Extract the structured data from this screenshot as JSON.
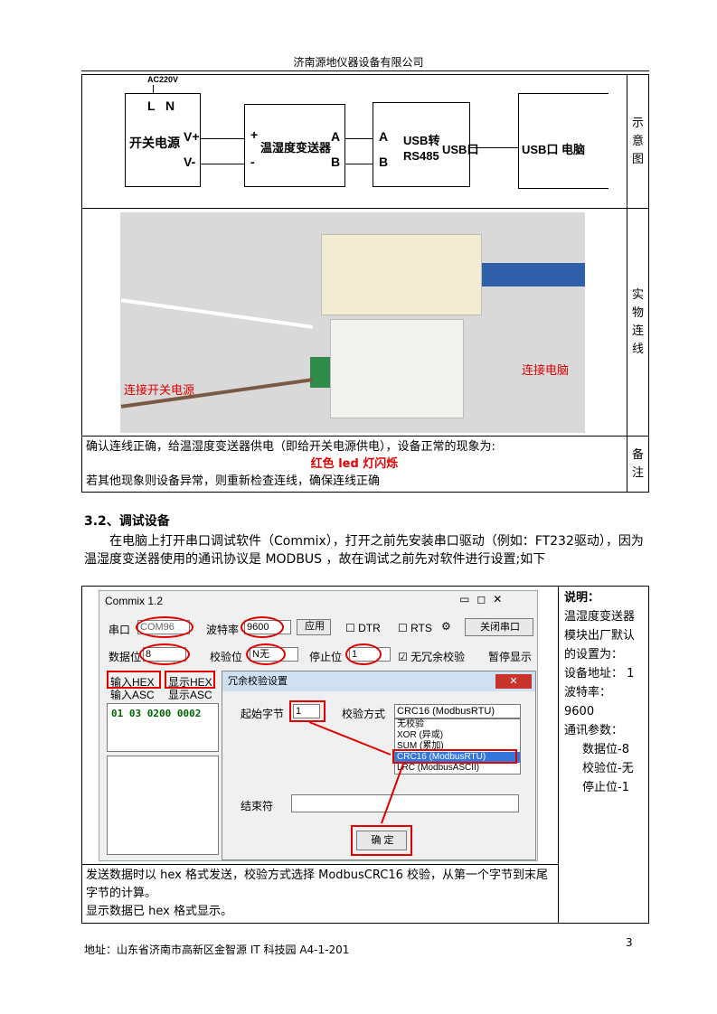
{
  "header": {
    "company": "济南源地仪器设备有限公司"
  },
  "table1": {
    "row1_label": [
      "示",
      "意",
      "图"
    ],
    "row2_label": [
      "实",
      "物",
      "连",
      "线"
    ],
    "row3_label": [
      "备",
      "注"
    ],
    "diagram": {
      "ac": "AC220V",
      "l": "L",
      "n": "N",
      "psu": "开关电源",
      "vplus": "V+",
      "vminus": "V-",
      "plus": "+",
      "minus": "-",
      "sensor": "温湿度变送器",
      "a1": "A",
      "b1": "B",
      "a2": "A",
      "b2": "B",
      "conv1": "USB转",
      "conv2": "RS485",
      "usbport": "USB口",
      "usbport2": "USB口",
      "pc": "电脑"
    },
    "photo": {
      "label_psu": "连接开关电源",
      "label_pc": "连接电脑"
    },
    "note": {
      "line1": "确认连线正确，给温湿度变送器供电（即给开关电源供电），设备正常的现象为:",
      "line2": "红色 led 灯闪烁",
      "line3": "若其他现象则设备异常，则重新检查连线，确保连线正确"
    }
  },
  "section": {
    "title": "3.2、调试设备",
    "para": "在电脑上打开串口调试软件（Commix），打开之前先安装串口驱动（例如：FT232驱动），因为温湿度变送器使用的通讯协议是 MODBUS ，故在调试之前先对软件进行设置;如下"
  },
  "table2": {
    "explain": {
      "title": "说明：",
      "body": "温湿度变送器模块出厂默认的设置为：",
      "addr": "设备地址： 1",
      "baud": "波特率： 9600",
      "comm": "通讯参数：",
      "data": "数据位-8",
      "parity": "校验位-无",
      "stop": "停止位-1"
    },
    "desc1": "发送数据时以 hex 格式发送，校验方式选择 ModbusCRC16 校验，从第一个字节到末尾字节的计算。",
    "desc2": "显示数据已 hex 格式显示。",
    "app": {
      "title": "Commix 1.2",
      "port_label": "串口",
      "port_value": "COM96",
      "baud_label": "波特率",
      "baud_value": "9600",
      "apply": "应用",
      "dtr": "DTR",
      "rts": "RTS",
      "close_port": "关闭串口",
      "databits_label": "数据位",
      "databits_value": "8",
      "parity_label": "校验位",
      "parity_value": "N无",
      "stop_label": "停止位",
      "stop_value": "1",
      "nocheck": "无冗余校验",
      "pause": "暂停显示",
      "input_hex": "输入HEX",
      "show_hex": "显示HEX",
      "input_asc": "输入ASC",
      "show_asc": "显示ASC",
      "data_text": "01 03 0200 0002"
    },
    "dialog": {
      "title": "冗余校验设置",
      "start_label": "起始字节",
      "start_value": "1",
      "method_label": "校验方式",
      "method_value": "CRC16 (ModbusRTU)",
      "options": [
        "无校验",
        "XOR (异或)",
        "SUM (累加)",
        "CRC16 (ModbusRTU)",
        "LRC (ModbusASCII)"
      ],
      "end_label": "结束符",
      "ok": "确 定"
    }
  },
  "footer": {
    "address": "地址：山东省济南市高新区金智源 IT 科技园 A4-1-201",
    "page": "3"
  }
}
